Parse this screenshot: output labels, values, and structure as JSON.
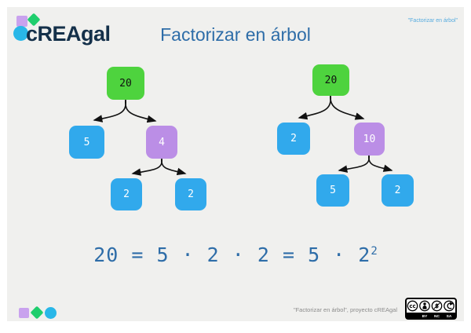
{
  "header": {
    "logo_text": "cREAgal",
    "title": "Factorizar en árbol",
    "corner_note": "\"Factorizar en árbol\""
  },
  "tree_left": {
    "root": "20",
    "left_child": "5",
    "right_child": "4",
    "grandchild_left": "2",
    "grandchild_right": "2"
  },
  "tree_right": {
    "root": "20",
    "left_child": "2",
    "right_child": "10",
    "grandchild_left": "5",
    "grandchild_right": "2"
  },
  "equation": {
    "body": "20 = 5 · 2 · 2 = 5 · 2",
    "exponent": "2"
  },
  "footer": {
    "credit": "\"Factorizar en árbol\", proyecto cREAgal",
    "license": {
      "cc": "cc",
      "nc_symbol": "$",
      "by": "BY",
      "nc": "NC",
      "sa": "SA"
    }
  },
  "colors": {
    "slide_bg": "#f0f0ee",
    "node_green": "#4ed33e",
    "node_blue": "#31a9ec",
    "node_purple": "#bb8ee6",
    "accent_purple": "#c9a2ee",
    "accent_green": "#1fce6d",
    "accent_blue": "#29b7e8",
    "title_blue": "#2e6da8",
    "logo_navy": "#14304a"
  }
}
